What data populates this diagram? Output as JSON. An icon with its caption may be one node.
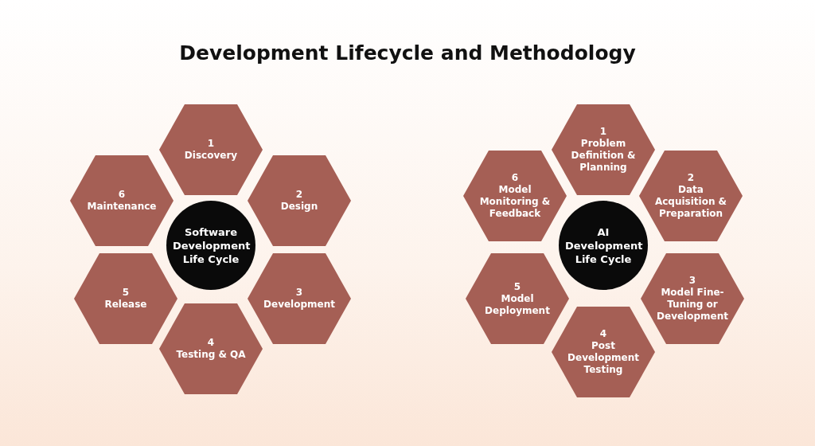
{
  "diagram": {
    "title": "Development Lifecycle and Methodology",
    "nodes": [
      {
        "text": [
          "1",
          "Discovery"
        ]
      },
      {
        "text": [
          "2",
          "Design"
        ]
      },
      {
        "text": [
          "3",
          "Development"
        ]
      },
      {
        "text": [
          "4",
          "Testing & QA"
        ]
      },
      {
        "text": [
          "5",
          "Release"
        ]
      },
      {
        "text": [
          "6",
          "Maintenance"
        ]
      },
      {
        "text": [
          "Software Development Life Cycle"
        ]
      },
      {
        "text": [
          "1",
          "Problem Definition & Planning"
        ]
      },
      {
        "text": [
          "2",
          "Data Acquisition & Preparation"
        ]
      },
      {
        "text": [
          "3",
          "Model Fine-Tuning or Development"
        ]
      },
      {
        "text": [
          "4",
          "Post Development Testing"
        ]
      },
      {
        "text": [
          "5",
          "Model Deployment"
        ]
      },
      {
        "text": [
          "6",
          "Model Monitoring & Feedback"
        ]
      },
      {
        "text": [
          "AI Development Life Cycle"
        ]
      }
    ],
    "edges": []
  }
}
